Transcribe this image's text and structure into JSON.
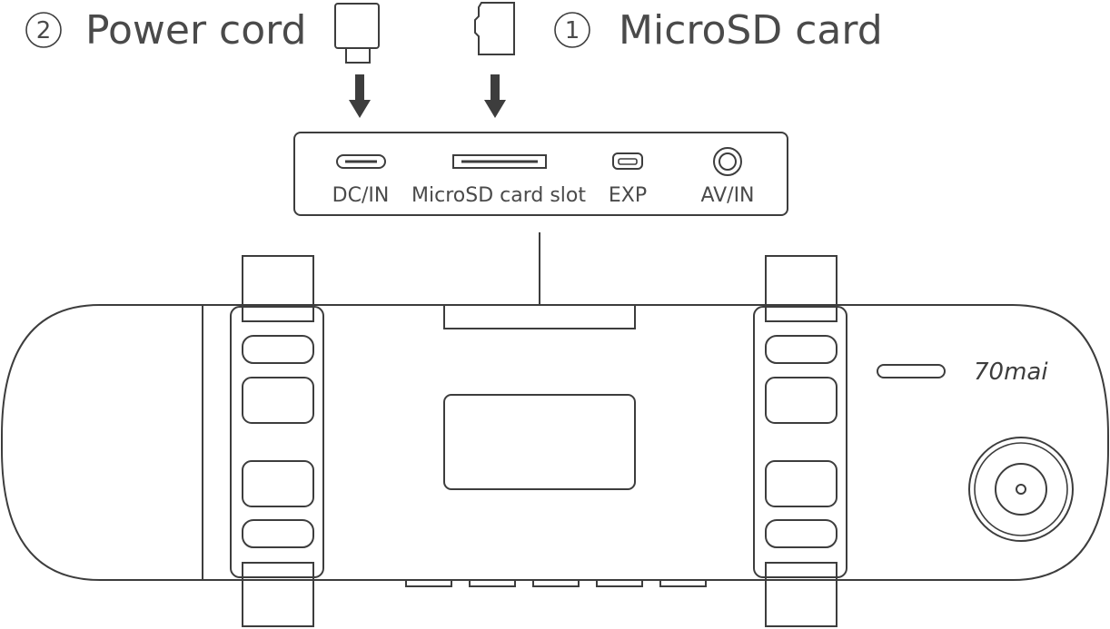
{
  "steps": [
    {
      "number": "②",
      "label": "Power cord"
    },
    {
      "number": "①",
      "label": "MicroSD card"
    }
  ],
  "ports": {
    "dc_in": "DC/IN",
    "microsd_slot": "MicroSD card slot",
    "exp": "EXP",
    "av_in": "AV/IN"
  },
  "brand": "70mai",
  "colors": {
    "line": "#3d3d3d",
    "text": "#4a4a4a",
    "background": "#ffffff"
  }
}
